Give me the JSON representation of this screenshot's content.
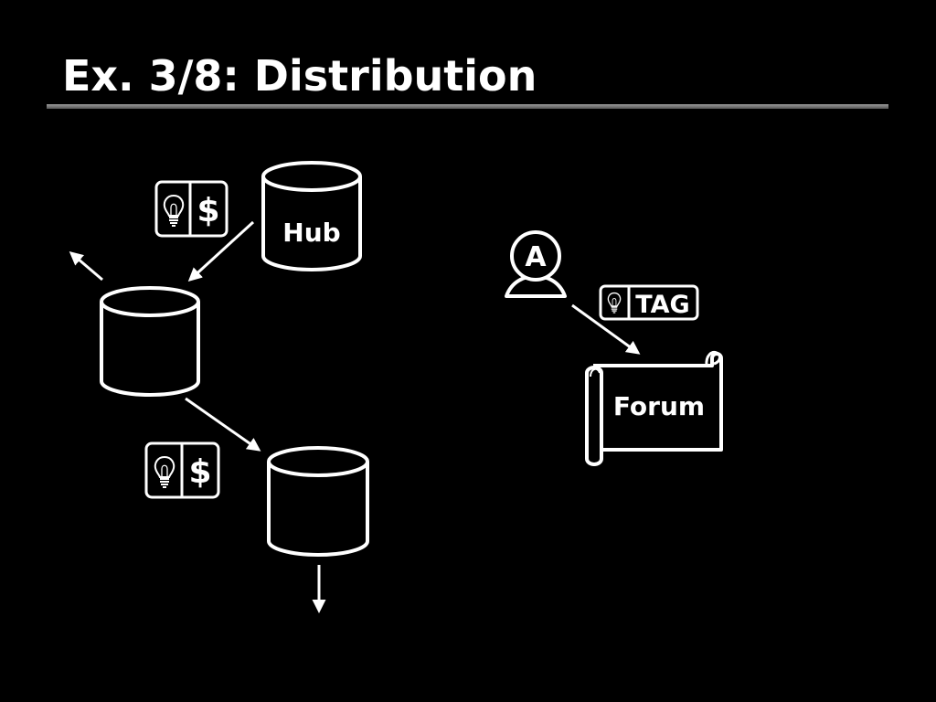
{
  "slide": {
    "title": "Ex. 3/8: Distribution"
  },
  "diagram": {
    "hub_label": "Hub",
    "forum_label": "Forum",
    "tag_label": "TAG",
    "author_letter": "A",
    "currency_symbol": "$"
  },
  "icons": {
    "idea_payment_badge": [
      "lightbulb-icon",
      "dollar-icon"
    ],
    "tag_badge": [
      "lightbulb-icon",
      "tag-label"
    ],
    "author": "author-icon",
    "forum": "scroll-icon",
    "database": "database-cylinder-icon"
  },
  "colors": {
    "background": "#000000",
    "foreground": "#ffffff",
    "rule": "#8a8a8a"
  }
}
